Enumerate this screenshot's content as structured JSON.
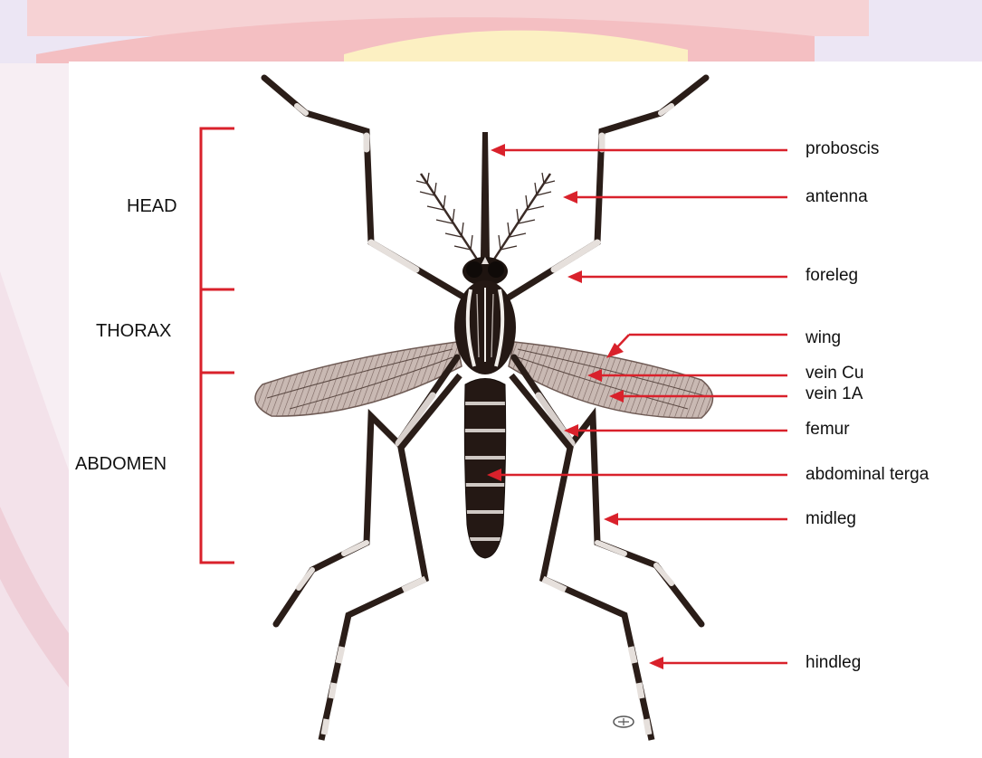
{
  "colors": {
    "annotation": "#d9212b",
    "background_stripe": "#e4dcf0",
    "background_red": "#f4bfc2",
    "background_yellow": "#fcf0c2",
    "insect_body": "#2a1d18"
  },
  "regions": [
    {
      "key": "head",
      "label": "HEAD"
    },
    {
      "key": "thorax",
      "label": "THORAX"
    },
    {
      "key": "abdomen",
      "label": "ABDOMEN"
    }
  ],
  "parts": [
    {
      "key": "proboscis",
      "label": "proboscis"
    },
    {
      "key": "antenna",
      "label": "antenna"
    },
    {
      "key": "foreleg",
      "label": "foreleg"
    },
    {
      "key": "wing",
      "label": "wing"
    },
    {
      "key": "vein-cu",
      "label": "vein Cu"
    },
    {
      "key": "vein-1a",
      "label": "vein 1A"
    },
    {
      "key": "femur",
      "label": "femur"
    },
    {
      "key": "abdominal-terga",
      "label": "abdominal terga"
    },
    {
      "key": "midleg",
      "label": "midleg"
    },
    {
      "key": "hindleg",
      "label": "hindleg"
    }
  ]
}
